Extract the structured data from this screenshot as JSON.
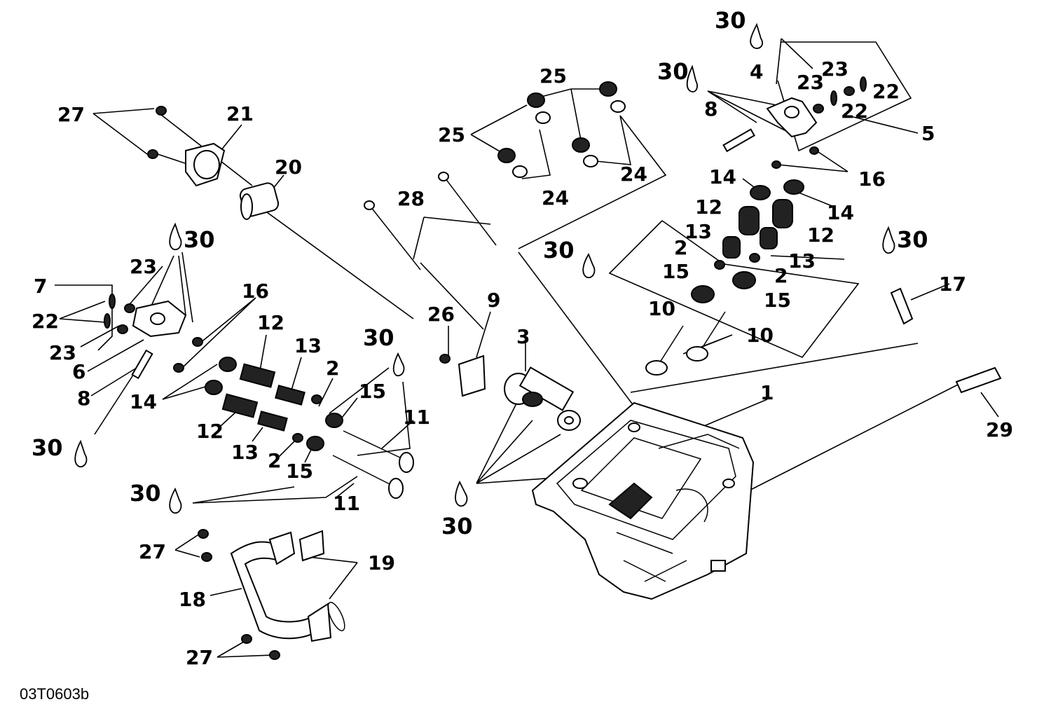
{
  "caption": "03T0603b",
  "callouts": [
    {
      "id": "c-30-a",
      "text": "30"
    },
    {
      "id": "c-30-b",
      "text": "30"
    },
    {
      "id": "c-4",
      "text": "4"
    },
    {
      "id": "c-23-a",
      "text": "23"
    },
    {
      "id": "c-23-b",
      "text": "23"
    },
    {
      "id": "c-22-a",
      "text": "22"
    },
    {
      "id": "c-22-b",
      "text": "22"
    },
    {
      "id": "c-8-a",
      "text": "8"
    },
    {
      "id": "c-5",
      "text": "5"
    },
    {
      "id": "c-16-a",
      "text": "16"
    },
    {
      "id": "c-25-a",
      "text": "25"
    },
    {
      "id": "c-25-b",
      "text": "25"
    },
    {
      "id": "c-24-a",
      "text": "24"
    },
    {
      "id": "c-24-b",
      "text": "24"
    },
    {
      "id": "c-27-a",
      "text": "27"
    },
    {
      "id": "c-21",
      "text": "21"
    },
    {
      "id": "c-20",
      "text": "20"
    },
    {
      "id": "c-28",
      "text": "28"
    },
    {
      "id": "c-14-a",
      "text": "14"
    },
    {
      "id": "c-14-b",
      "text": "14"
    },
    {
      "id": "c-12-a",
      "text": "12"
    },
    {
      "id": "c-12-b",
      "text": "12"
    },
    {
      "id": "c-13-a",
      "text": "13"
    },
    {
      "id": "c-13-b",
      "text": "13"
    },
    {
      "id": "c-2-a",
      "text": "2"
    },
    {
      "id": "c-2-b",
      "text": "2"
    },
    {
      "id": "c-15-a",
      "text": "15"
    },
    {
      "id": "c-15-b",
      "text": "15"
    },
    {
      "id": "c-30-c",
      "text": "30"
    },
    {
      "id": "c-30-d",
      "text": "30"
    },
    {
      "id": "c-10-a",
      "text": "10"
    },
    {
      "id": "c-10-b",
      "text": "10"
    },
    {
      "id": "c-17",
      "text": "17"
    },
    {
      "id": "c-30-e",
      "text": "30"
    },
    {
      "id": "c-7",
      "text": "7"
    },
    {
      "id": "c-23-c",
      "text": "23"
    },
    {
      "id": "c-22-c",
      "text": "22"
    },
    {
      "id": "c-23-d",
      "text": "23"
    },
    {
      "id": "c-6",
      "text": "6"
    },
    {
      "id": "c-8-b",
      "text": "8"
    },
    {
      "id": "c-16-b",
      "text": "16"
    },
    {
      "id": "c-12-c",
      "text": "12"
    },
    {
      "id": "c-13-c",
      "text": "13"
    },
    {
      "id": "c-2-c",
      "text": "2"
    },
    {
      "id": "c-30-f",
      "text": "30"
    },
    {
      "id": "c-15-c",
      "text": "15"
    },
    {
      "id": "c-14-c",
      "text": "14"
    },
    {
      "id": "c-12-d",
      "text": "12"
    },
    {
      "id": "c-13-d",
      "text": "13"
    },
    {
      "id": "c-2-d",
      "text": "2"
    },
    {
      "id": "c-15-d",
      "text": "15"
    },
    {
      "id": "c-11-a",
      "text": "11"
    },
    {
      "id": "c-11-b",
      "text": "11"
    },
    {
      "id": "c-30-g",
      "text": "30"
    },
    {
      "id": "c-30-h",
      "text": "30"
    },
    {
      "id": "c-26",
      "text": "26"
    },
    {
      "id": "c-9",
      "text": "9"
    },
    {
      "id": "c-3",
      "text": "3"
    },
    {
      "id": "c-1",
      "text": "1"
    },
    {
      "id": "c-29",
      "text": "29"
    },
    {
      "id": "c-30-i",
      "text": "30"
    },
    {
      "id": "c-27-b",
      "text": "27"
    },
    {
      "id": "c-19",
      "text": "19"
    },
    {
      "id": "c-18",
      "text": "18"
    },
    {
      "id": "c-27-c",
      "text": "27"
    }
  ]
}
